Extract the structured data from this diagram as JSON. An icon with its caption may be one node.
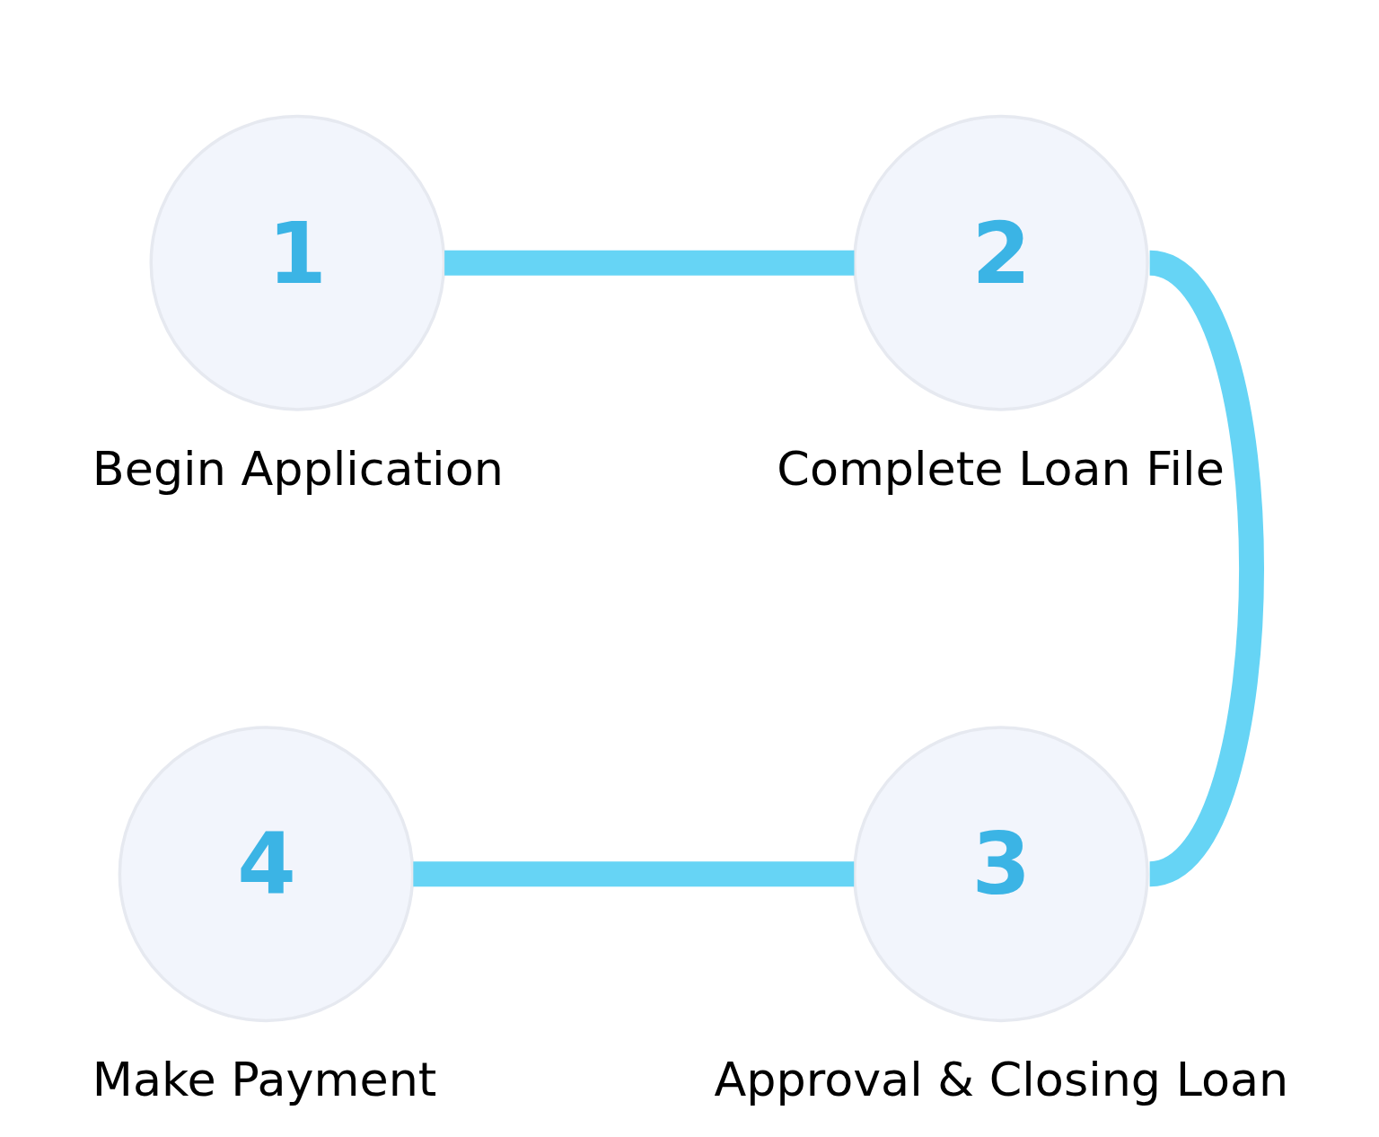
{
  "diagram": {
    "nodes": [
      {
        "text": [
          "1"
        ],
        "beside": [
          "Begin Application"
        ]
      },
      {
        "text": [
          "2"
        ],
        "beside": [
          "Complete Loan File"
        ]
      },
      {
        "text": [
          "3"
        ],
        "beside": [
          "Approval & Closing Loan"
        ]
      },
      {
        "text": [
          "4"
        ],
        "beside": [
          "Make Payment"
        ]
      }
    ],
    "edges": [
      {
        "from": 0,
        "to": 1,
        "arrow": "none"
      },
      {
        "from": 1,
        "to": 2,
        "arrow": "none"
      },
      {
        "from": 2,
        "to": 3,
        "arrow": "none"
      }
    ]
  }
}
